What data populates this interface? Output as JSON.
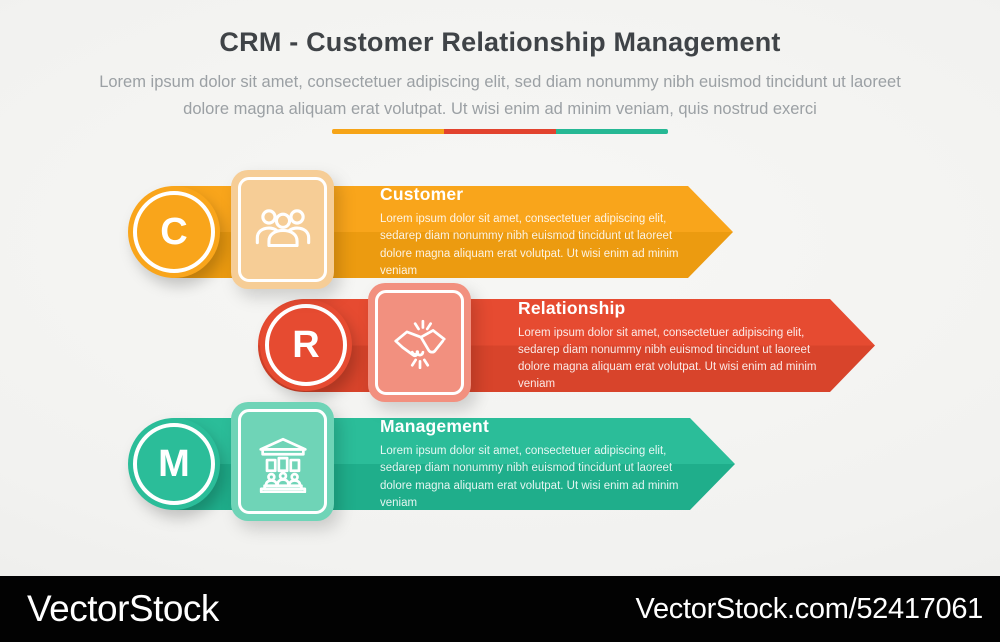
{
  "header": {
    "title": "CRM - Customer Relationship Management",
    "subtitle": "Lorem ipsum dolor sit amet, consectetuer adipiscing elit, sed diam nonummy nibh euismod tincidunt ut laoreet dolore magna aliquam erat volutpat. Ut wisi enim ad minim veniam, quis nostrud exerci",
    "divider_colors": [
      "#F6A417",
      "#E2432E",
      "#26B894"
    ]
  },
  "items": [
    {
      "letter": "C",
      "title": "Customer",
      "description": "Lorem ipsum dolor sit amet, consectetuer adipiscing elit, sedarep diam nonummy nibh euismod tincidunt ut laoreet dolore magna aliquam erat volutpat. Ut wisi enim ad minim veniam",
      "icon": "people-group-icon",
      "colors": {
        "top": "#F9A51B",
        "bottom": "#EC9B10",
        "tint": "#F6CD96"
      }
    },
    {
      "letter": "R",
      "title": "Relationship",
      "description": "Lorem ipsum dolor sit amet, consectetuer adipiscing elit, sedarep diam nonummy nibh euismod tincidunt ut laoreet dolore magna aliquam erat volutpat. Ut wisi enim ad minim veniam",
      "icon": "handshake-icon",
      "colors": {
        "top": "#E64B31",
        "bottom": "#D8442B",
        "tint": "#F2907F"
      }
    },
    {
      "letter": "M",
      "title": "Management",
      "description": "Lorem ipsum dolor sit amet, consectetuer adipiscing elit, sedarep diam nonummy nibh euismod tincidunt ut laoreet dolore magna aliquam erat volutpat. Ut wisi enim ad minim veniam",
      "icon": "bank-building-icon",
      "colors": {
        "top": "#2BBD99",
        "bottom": "#1FAE8B",
        "tint": "#6FD4B7"
      }
    }
  ],
  "footer": {
    "brand": "VectorStock",
    "credit": "VectorStock.com/52417061"
  }
}
